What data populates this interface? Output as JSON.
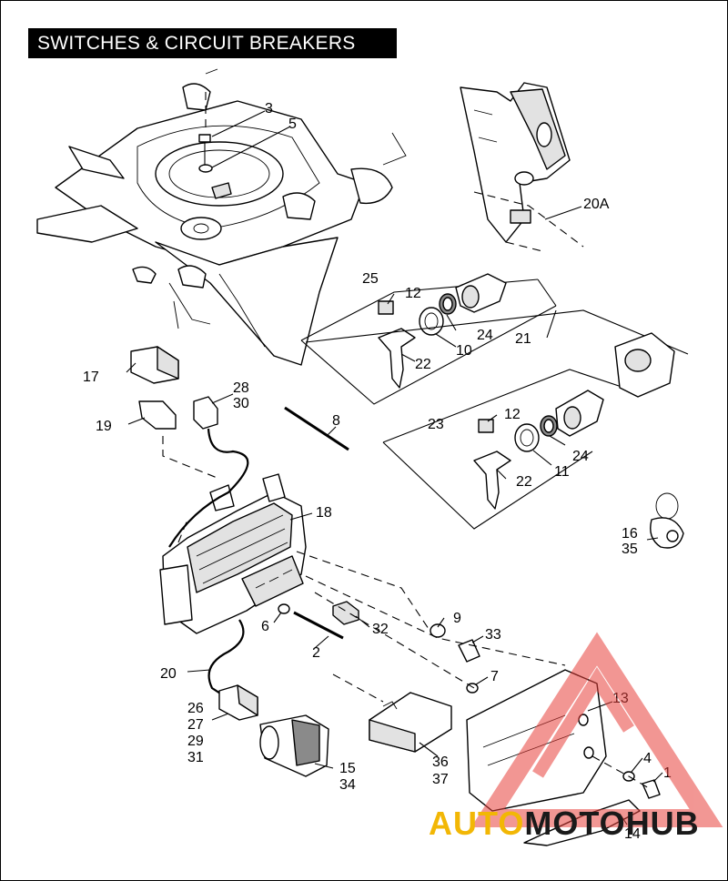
{
  "title": "SWITCHES & CIRCUIT BREAKERS",
  "callouts": {
    "c3": "3",
    "c5": "5",
    "c20A": "20A",
    "c25": "25",
    "c12a": "12",
    "c24a": "24",
    "c10": "10",
    "c22a": "22",
    "c21": "21",
    "c17": "17",
    "c28": "28",
    "c30": "30",
    "c19": "19",
    "c8": "8",
    "c23": "23",
    "c12b": "12",
    "c24b": "24",
    "c11": "11",
    "c22b": "22",
    "c18": "18",
    "c16": "16",
    "c35": "35",
    "c9": "9",
    "c33": "33",
    "c6": "6",
    "c32": "32",
    "c2": "2",
    "c7": "7",
    "c20": "20",
    "c13": "13",
    "c26": "26",
    "c27": "27",
    "c29": "29",
    "c31": "31",
    "c15": "15",
    "c34": "34",
    "c36": "36",
    "c37": "37",
    "c4": "4",
    "c1": "1",
    "c14": "14"
  },
  "watermark": {
    "part1": "AUTO",
    "part2": "MOTO",
    "part3": "HUB"
  },
  "colors": {
    "watermark_red": "#e8413c",
    "watermark_yellow": "#f2b705",
    "watermark_dark": "#1a1a1a"
  }
}
